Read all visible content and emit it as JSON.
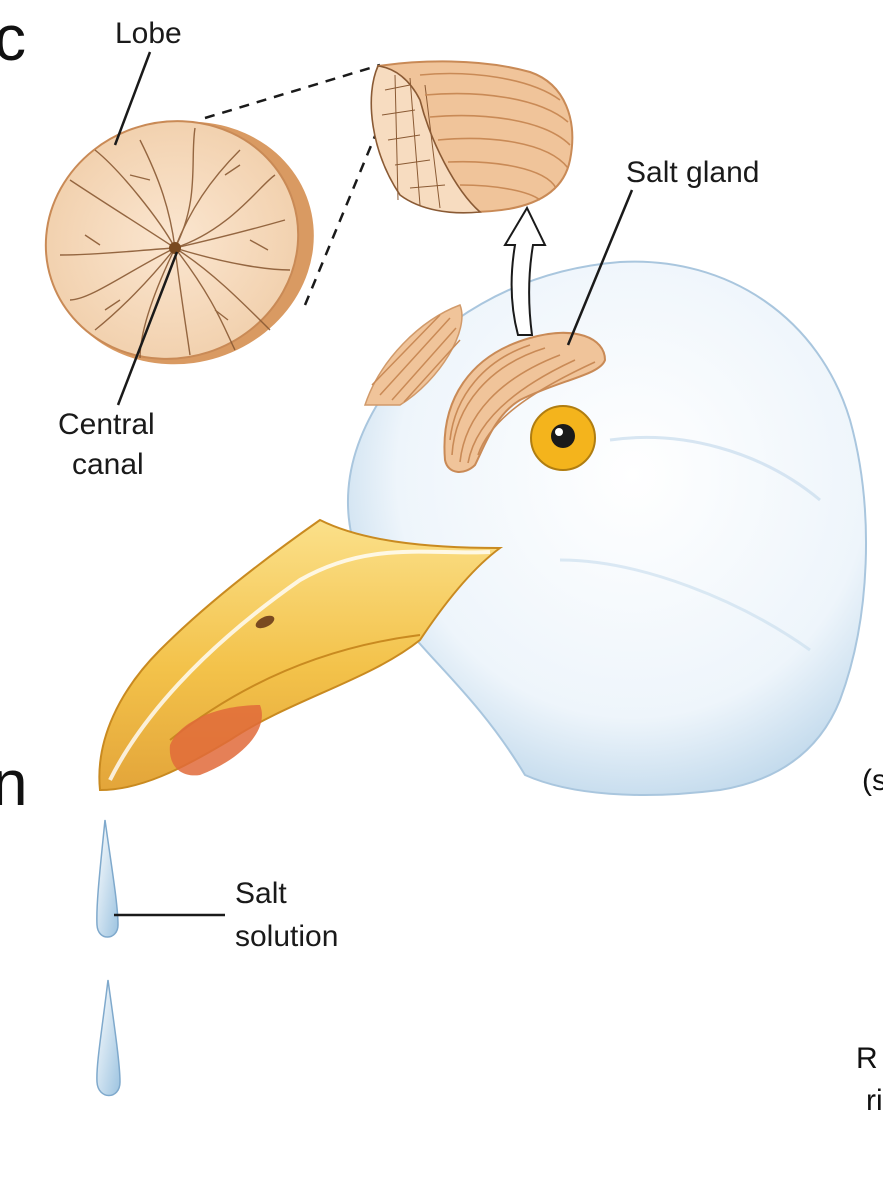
{
  "labels": {
    "lobe": "Lobe",
    "salt_gland": "Salt gland",
    "central_canal_line1": "Central",
    "central_canal_line2": "canal",
    "salt_solution_line1": "Salt",
    "salt_solution_line2": "solution"
  },
  "edge_fragments": {
    "top_left": "c",
    "mid_left": "n",
    "right_mid": "(s",
    "right_bottom_1": "R",
    "right_bottom_2": "ri"
  },
  "colors": {
    "gland": "#f0c49a",
    "gland_dark": "#c98a56",
    "lobe_face": "#f7dcc0",
    "head": "#f7fbfe",
    "head_shade": "#c9dff0",
    "beak": "#f3c24a",
    "beak_tip_spot": "#e06a3a",
    "eye": "#f4b41c",
    "droplet": "#d6e8f5"
  }
}
